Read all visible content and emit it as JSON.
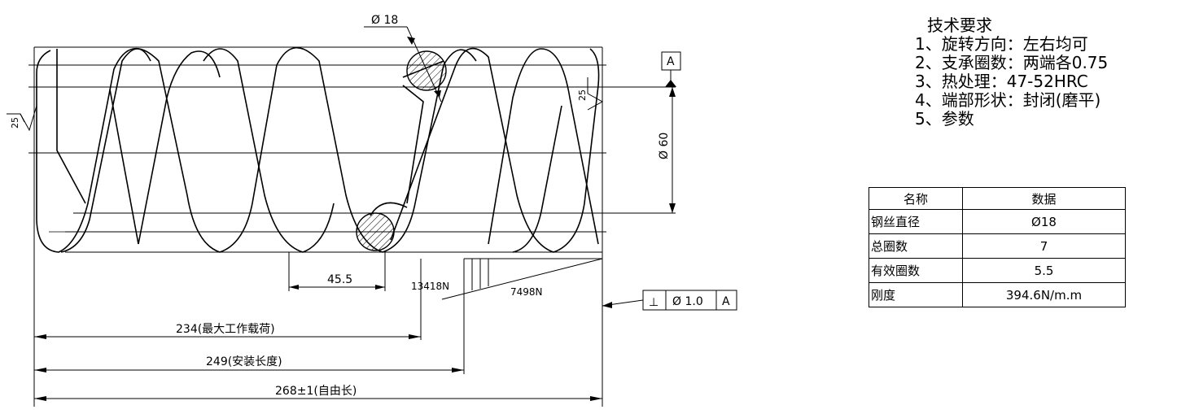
{
  "drawing": {
    "wire_dia_label": "Ø 18",
    "outer_dia_label": "Ø 60",
    "pitch_label": "45.5",
    "roughness_left": "25",
    "roughness_right": "25",
    "datum_label": "A",
    "force_max": "13418N",
    "force_install": "7498N",
    "tolerance": {
      "symbol": "⊥",
      "zone": "Ø  1.0",
      "datum": "A"
    },
    "dims": {
      "max_load_len": "234(最大工作载荷)",
      "install_len": "249(安装长度)",
      "free_len": "268±1(自由长)"
    }
  },
  "tech_requirements": {
    "title": "技术要求",
    "items": [
      "1、旋转方向：左右均可",
      "2、支承圈数：两端各0.75",
      "3、热处理：47-52HRC",
      "4、端部形状：封闭(磨平)",
      "5、参数"
    ]
  },
  "param_table": {
    "headers": [
      "名称",
      "数据"
    ],
    "rows": [
      {
        "name": "钢丝直径",
        "value": "Ø18"
      },
      {
        "name": "总圈数",
        "value": "7"
      },
      {
        "name": "有效圈数",
        "value": "5.5"
      },
      {
        "name": "刚度",
        "value": "394.6N/m.m"
      }
    ]
  }
}
